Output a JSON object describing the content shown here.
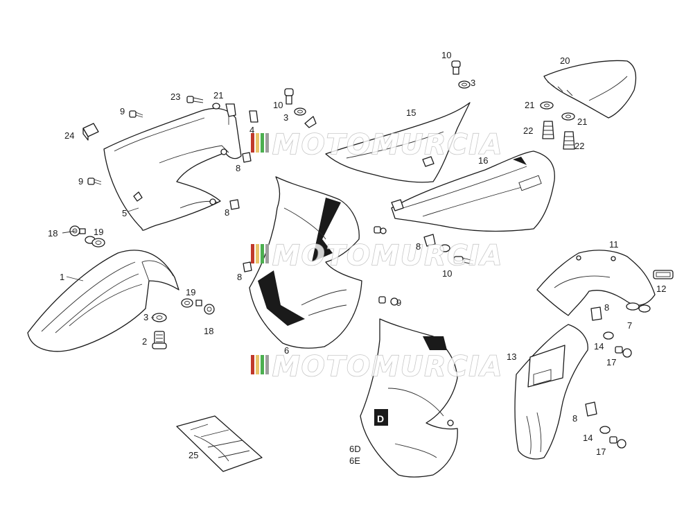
{
  "watermark": {
    "text": "MOTOMURCIA",
    "colors": [
      "#c0392b",
      "#e9c46a",
      "#4caf50",
      "#9e9e9e"
    ]
  },
  "callouts": [
    "1",
    "2",
    "3",
    "3",
    "3",
    "4",
    "5",
    "6",
    "6D",
    "6E",
    "7",
    "8",
    "8",
    "8",
    "8",
    "8",
    "8",
    "9",
    "9",
    "9",
    "10",
    "10",
    "10",
    "11",
    "12",
    "13",
    "14",
    "14",
    "15",
    "16",
    "17",
    "17",
    "18",
    "18",
    "19",
    "19",
    "20",
    "21",
    "21",
    "21",
    "22",
    "22",
    "23",
    "24",
    "25"
  ],
  "parts": [
    "front-fender",
    "left-radiator-shroud",
    "right-side-panel",
    "front-number-plate",
    "rear-fender-bracket",
    "rear-mudguard",
    "tail-cover",
    "decal-sheet"
  ]
}
